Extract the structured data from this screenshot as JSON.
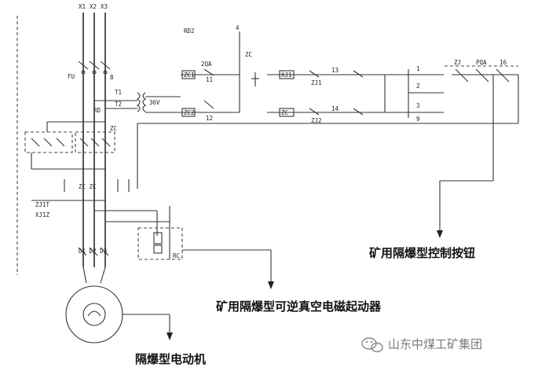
{
  "labels": {
    "x1": "X1",
    "x2": "X2",
    "x3": "X3",
    "fu": "FU",
    "fu_right": "8",
    "rd2": "RD2",
    "node4": "4",
    "zc_top": "ZC",
    "t1": "T1",
    "t2": "T2",
    "rd": "RD",
    "v36": "36V",
    "qa_top": "2QA",
    "n11": "11",
    "n12": "12",
    "zc1": "ZC1",
    "zc2": "ZC2",
    "xj1": "XJ1",
    "zc": "ZC",
    "n13": "13",
    "n14": "14",
    "n1": "1",
    "n2": "2",
    "n3": "3",
    "n9": "9",
    "zj": "ZJ",
    "pq": "PQA",
    "n16": "16",
    "zj1": "ZJ1",
    "zj2": "ZJ2",
    "main_zc": "ZC",
    "mid_label": "ZC ZC",
    "zjt": "ZJ1T",
    "zjr": "XJ1Z",
    "rc": "RC",
    "motor_lbl": "D1 D2 D3"
  },
  "callouts": {
    "button": "矿用隔爆型控制按钮",
    "starter": "矿用隔爆型可逆真空电磁起动器",
    "motor": "隔爆型电动机"
  },
  "watermark": {
    "icon": "wechat-icon",
    "text": "山东中煤工矿集团"
  }
}
